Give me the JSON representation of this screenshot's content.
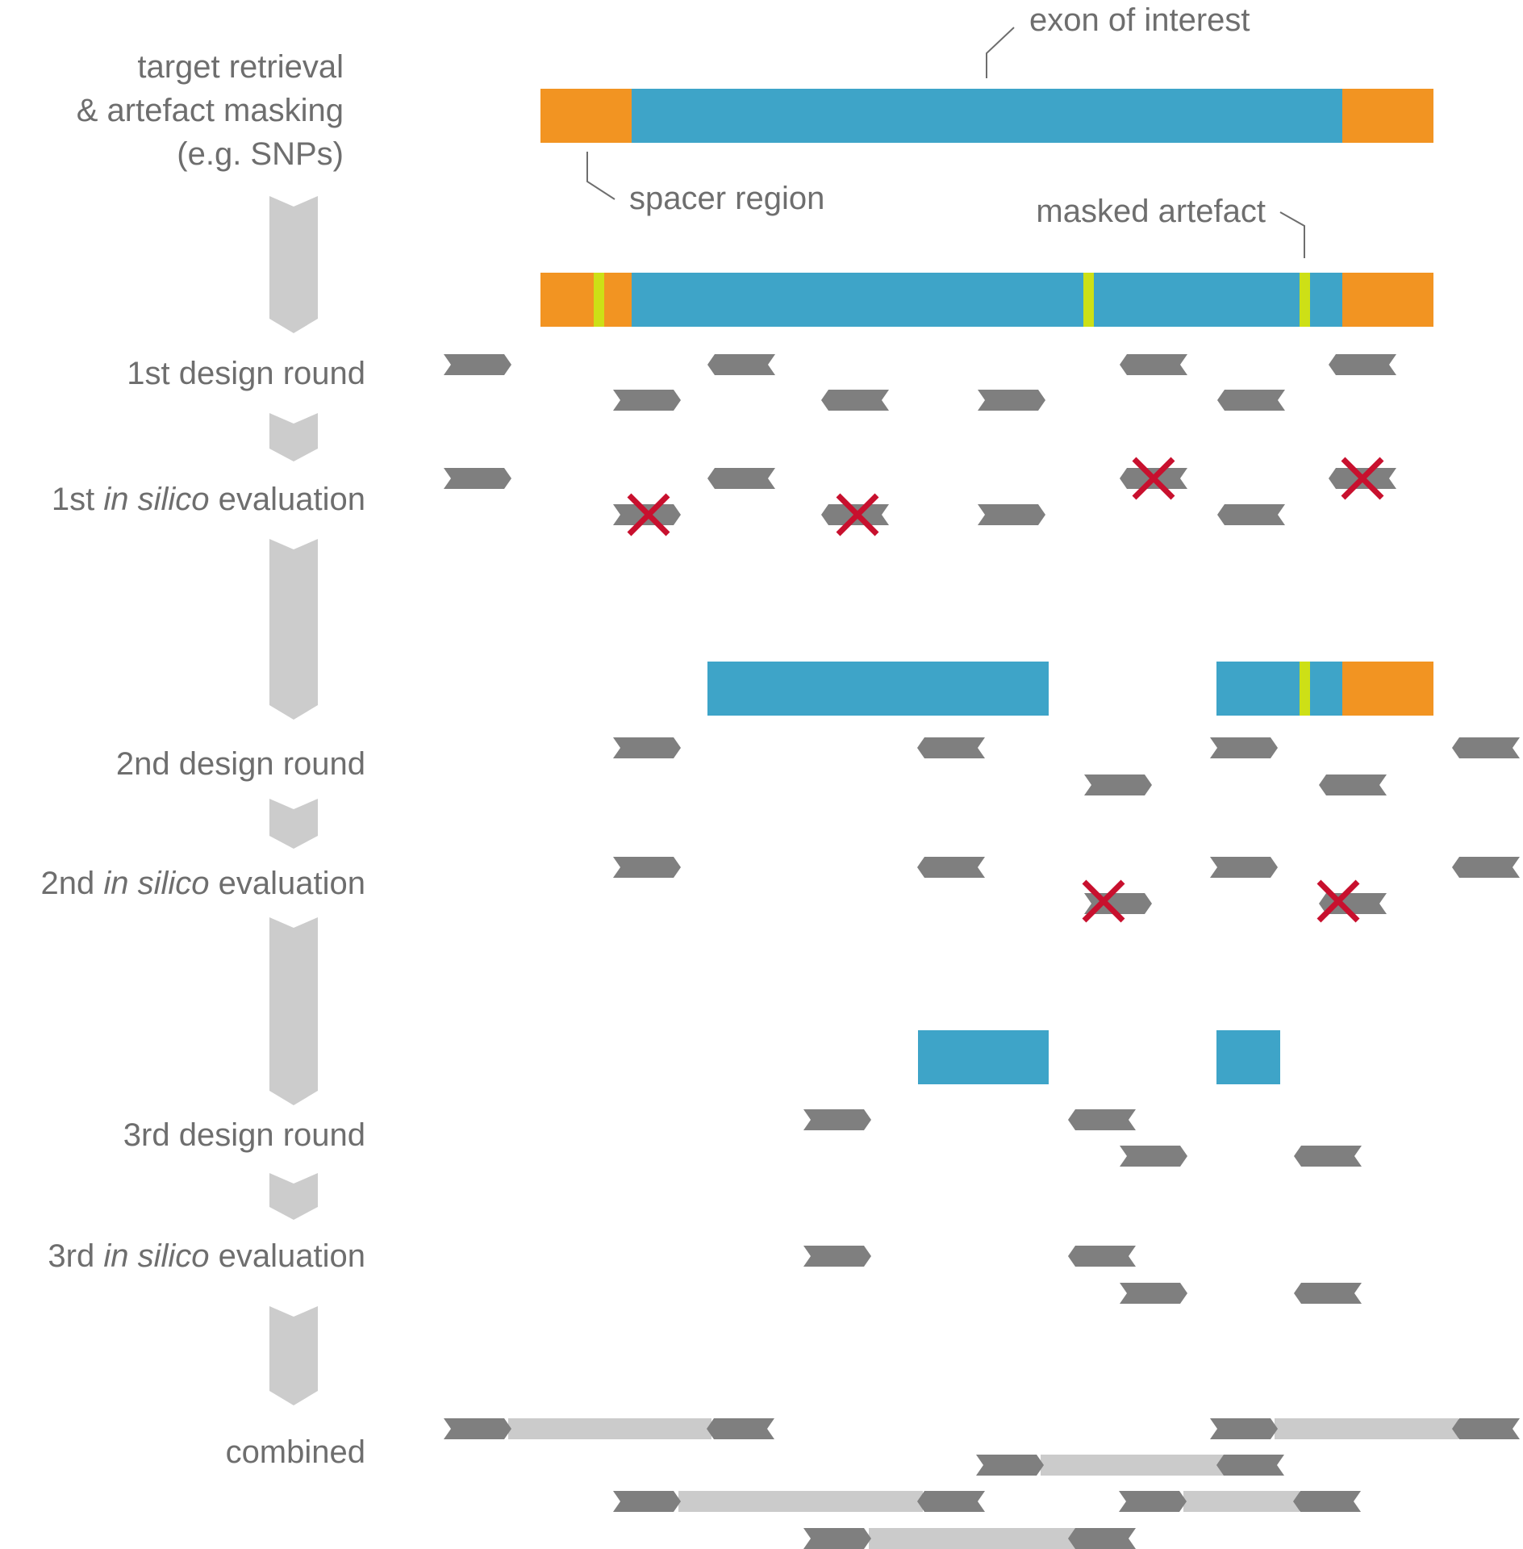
{
  "colors": {
    "exon": "#3ea4c8",
    "spacer": "#f29422",
    "artefact": "#cde016",
    "primer": "#7f7f7f",
    "amplicon_link": "#cbcbcb",
    "flow_arrow": "#cccccc",
    "reject_mark": "#c8102e",
    "text": "#6e6e6e"
  },
  "callouts": {
    "exon_of_interest": "exon of interest",
    "spacer_region": "spacer region",
    "masked_artefact": "masked artefact"
  },
  "stages": {
    "target_line1": "target retrieval",
    "target_line2": "& artefact masking",
    "target_line3": "(e.g. SNPs)",
    "round1_design": "1st design round",
    "round1_eval_prefix": "1st ",
    "round1_eval_italic": "in silico",
    "round1_eval_suffix": " evaluation",
    "round2_design": "2nd design round",
    "round2_eval_prefix": "2nd ",
    "round2_eval_italic": "in silico",
    "round2_eval_suffix": " evaluation",
    "round3_design": "3rd design round",
    "round3_eval_prefix": "3rd ",
    "round3_eval_italic": "in silico",
    "round3_eval_suffix": " evaluation",
    "combined": "combined"
  }
}
